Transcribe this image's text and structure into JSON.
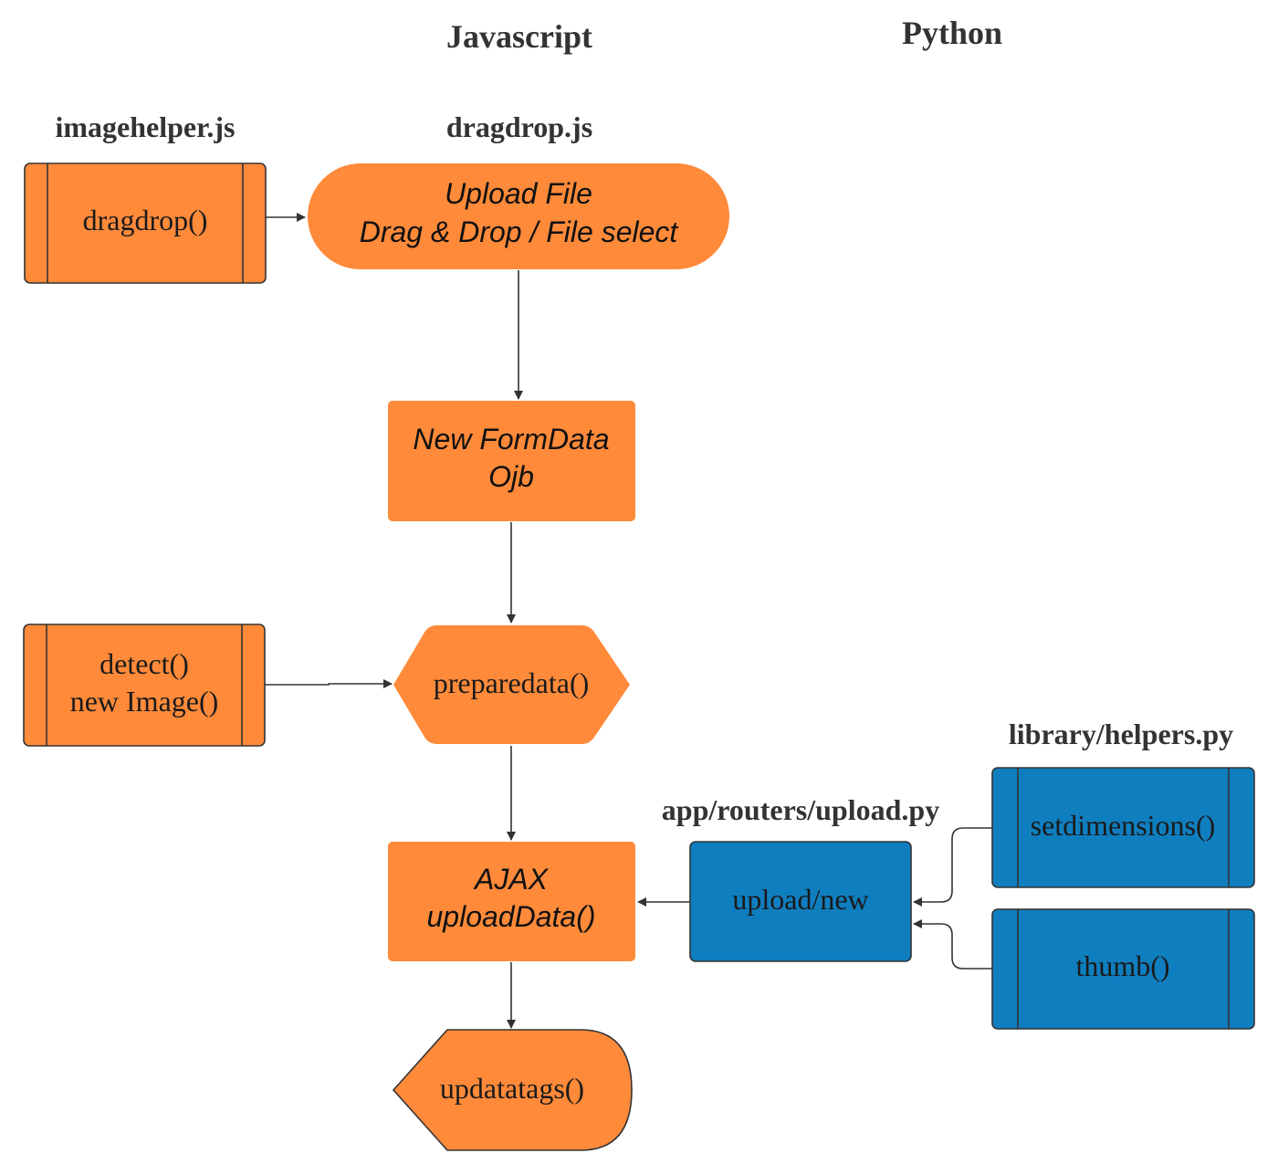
{
  "colors": {
    "orange": "#ff8a3a",
    "blue": "#0f7ebf",
    "stroke": "#333333",
    "header": "#333333"
  },
  "headers": {
    "javascript": "Javascript",
    "python": "Python",
    "imagehelper": "imagehelper.js",
    "dragdrop": "dragdrop.js",
    "routers": "app/routers/upload.py",
    "helpers": "library/helpers.py"
  },
  "nodes": {
    "dragdrop_fn": {
      "line1": "dragdrop()"
    },
    "upload_file": {
      "line1": "Upload File",
      "line2": "Drag & Drop / File select"
    },
    "formdata": {
      "line1": "New FormData",
      "line2": "Ojb"
    },
    "detect": {
      "line1": "detect()",
      "line2": "new Image()"
    },
    "preparedata": {
      "line1": "preparedata()"
    },
    "ajax": {
      "line1": "AJAX",
      "line2": "uploadData()"
    },
    "updatatags": {
      "line1": "updatatags()"
    },
    "upload_new": {
      "line1": "upload/new"
    },
    "setdimensions": {
      "line1": "setdimensions()"
    },
    "thumb": {
      "line1": "thumb()"
    }
  }
}
